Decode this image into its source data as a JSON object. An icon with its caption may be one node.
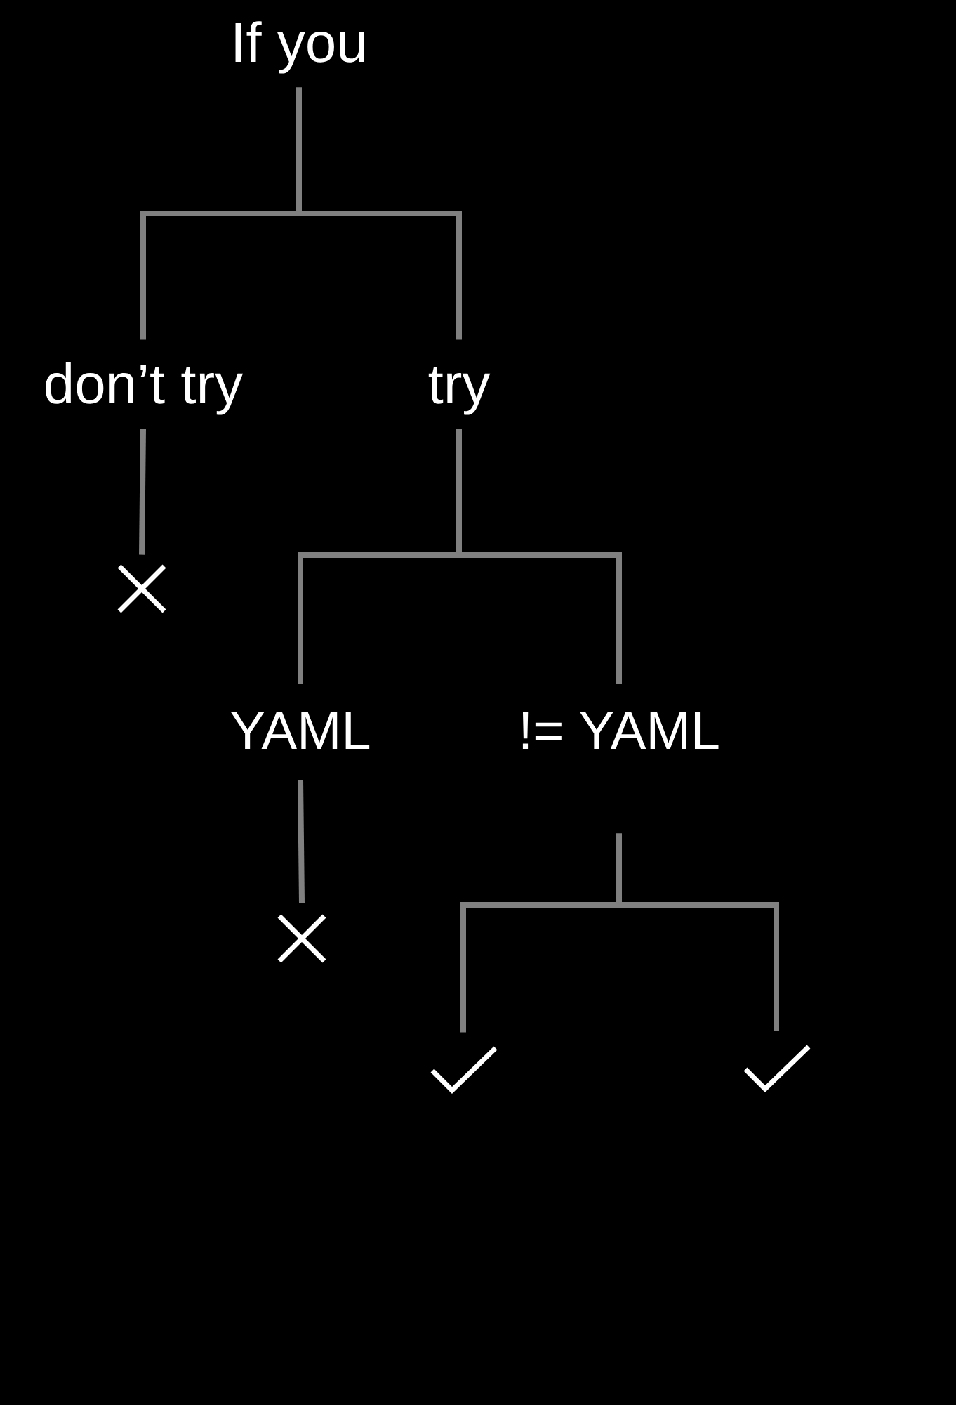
{
  "diagram": {
    "nodes": [
      {
        "text": [
          "If you"
        ]
      },
      {
        "text": [
          "don’t try"
        ]
      },
      {
        "text": [
          "try"
        ]
      },
      {
        "text": [],
        "shape": "cross"
      },
      {
        "text": [
          "YAML"
        ]
      },
      {
        "text": [
          "!= YAML"
        ]
      },
      {
        "text": [],
        "shape": "cross"
      },
      {
        "text": [],
        "shape": "check"
      },
      {
        "text": [],
        "shape": "check"
      }
    ],
    "edges": [
      {
        "from": 0,
        "to": 1,
        "arrow": "none"
      },
      {
        "from": 0,
        "to": 2,
        "arrow": "none"
      },
      {
        "from": 1,
        "to": 3,
        "arrow": "none"
      },
      {
        "from": 2,
        "to": 4,
        "arrow": "none"
      },
      {
        "from": 2,
        "to": 5,
        "arrow": "none"
      },
      {
        "from": 4,
        "to": 6,
        "arrow": "none"
      },
      {
        "from": 5,
        "to": 7,
        "arrow": "none"
      },
      {
        "from": 5,
        "to": 8,
        "arrow": "none"
      }
    ]
  }
}
